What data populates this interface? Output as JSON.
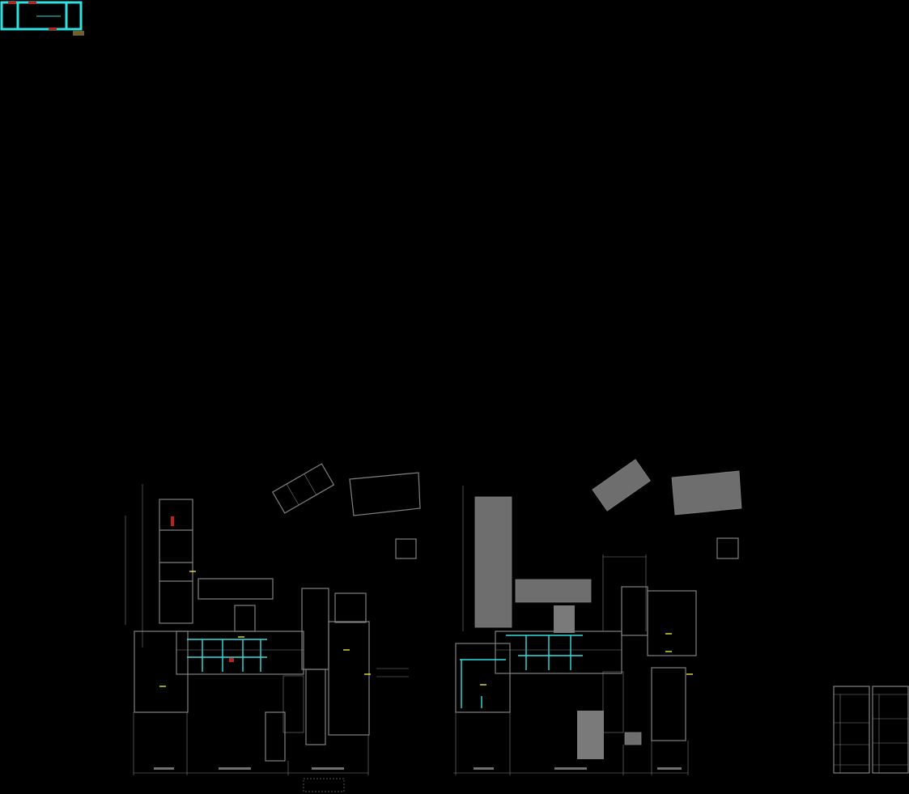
{
  "drawing": {
    "background_color": "#000000",
    "wall_color": "#808080",
    "pipe_color": "#33e0e0",
    "marker_color": "#ffff40",
    "accent_color": "#c02020",
    "views": [
      {
        "name": "thumbnail-plan"
      },
      {
        "name": "floor-plan-left"
      },
      {
        "name": "floor-plan-right"
      },
      {
        "name": "legend-tables"
      }
    ]
  }
}
